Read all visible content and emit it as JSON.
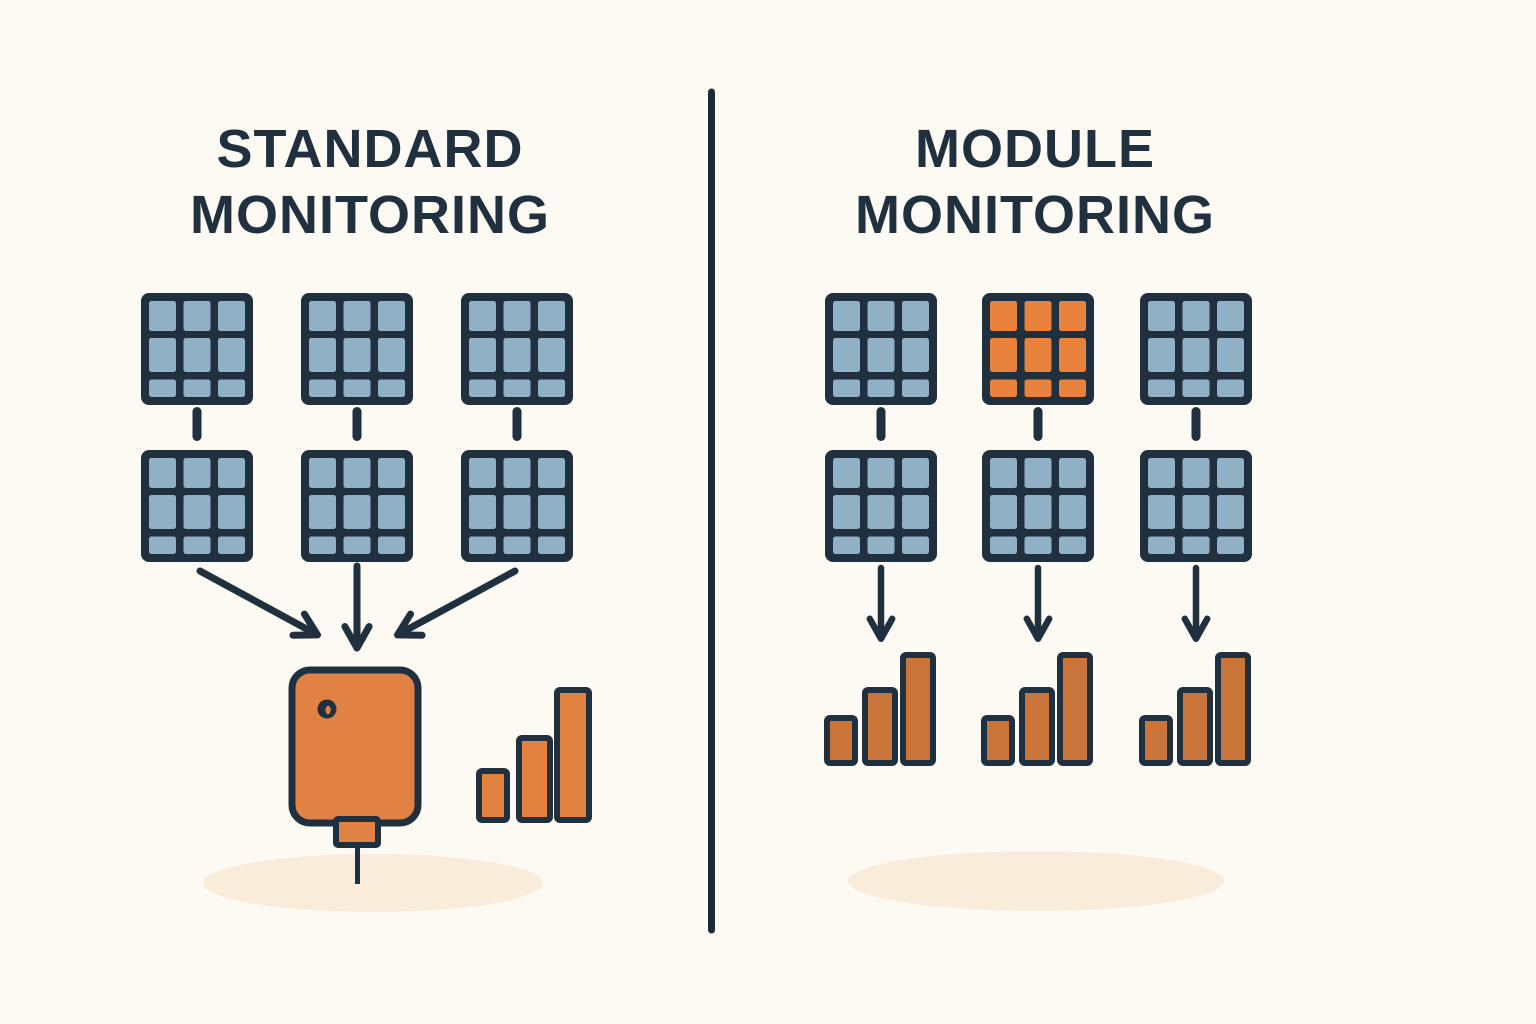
{
  "colors": {
    "background": "#fcfaf3",
    "ink": "#20303e",
    "divider": "#1c2b38",
    "panel_blue": "#8fb0c5",
    "panel_orange": "#e8823c",
    "inverter_orange": "#e28144",
    "bar_orange": "#e0813f",
    "bar_orange_dark": "#c97439",
    "shadow": "#f9ecdb"
  },
  "left": {
    "title_line1": "STANDARD",
    "title_line2": "MONITORING",
    "panel_rows": [
      [
        "blue",
        "blue",
        "blue"
      ],
      [
        "blue",
        "blue",
        "blue"
      ]
    ],
    "chart": {
      "type": "bar",
      "values": [
        0.38,
        0.63,
        1.0
      ]
    }
  },
  "right": {
    "title_line1": "MODULE",
    "title_line2": "MONITORING",
    "panel_rows": [
      [
        "blue",
        "orange",
        "blue"
      ],
      [
        "blue",
        "blue",
        "blue"
      ]
    ],
    "module_charts": [
      {
        "type": "bar",
        "values": [
          0.42,
          0.68,
          1.0
        ]
      },
      {
        "type": "bar",
        "values": [
          0.42,
          0.68,
          1.0
        ]
      },
      {
        "type": "bar",
        "values": [
          0.42,
          0.68,
          1.0
        ]
      }
    ]
  },
  "chart_data": [
    {
      "type": "bar",
      "name": "standard-aggregate-output",
      "values": [
        0.38,
        0.63,
        1.0
      ]
    },
    {
      "type": "bar",
      "name": "module-1-output",
      "values": [
        0.42,
        0.68,
        1.0
      ]
    },
    {
      "type": "bar",
      "name": "module-2-output",
      "values": [
        0.42,
        0.68,
        1.0
      ]
    },
    {
      "type": "bar",
      "name": "module-3-output",
      "values": [
        0.42,
        0.68,
        1.0
      ]
    }
  ]
}
